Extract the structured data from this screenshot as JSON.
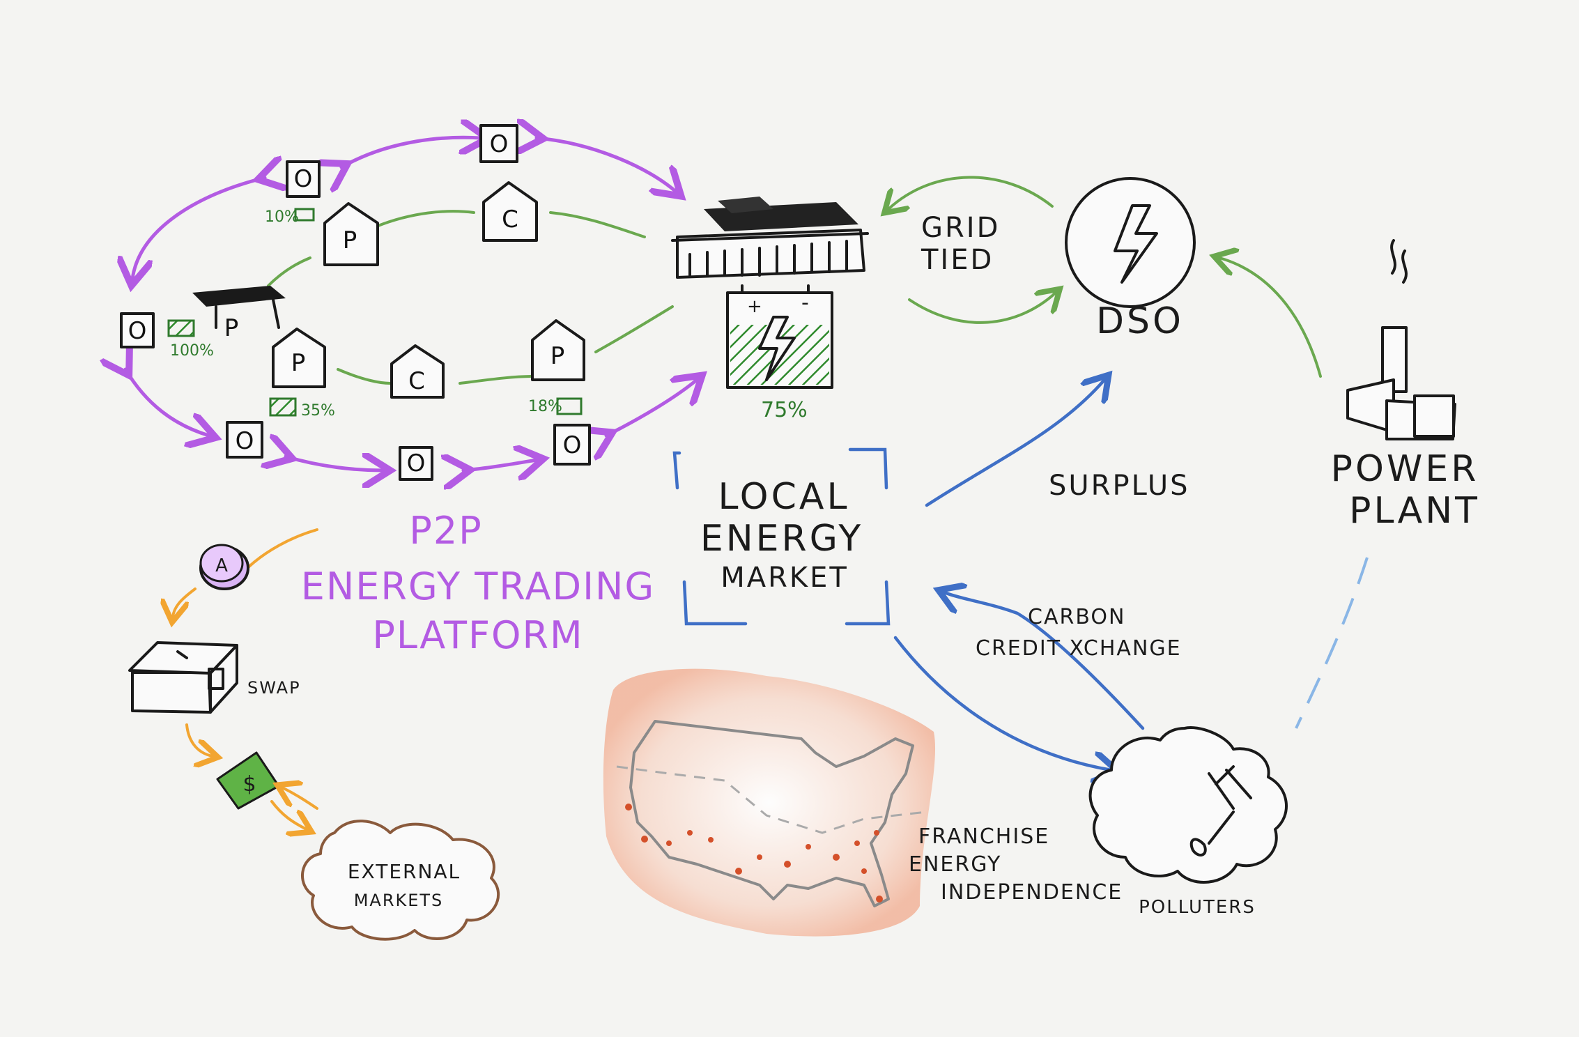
{
  "title": {
    "line1": "P2P",
    "line2": "ENERGY TRADING",
    "line3": "PLATFORM"
  },
  "market": {
    "line1": "LOCAL",
    "line2": "ENERGY",
    "line3": "MARKET"
  },
  "labels": {
    "grid_tied_1": "GRID",
    "grid_tied_2": "TIED",
    "dso": "DSO",
    "surplus": "SURPLUS",
    "power_plant_1": "POWER",
    "power_plant_2": "PLANT",
    "carbon_1": "CARBON",
    "carbon_2": "CREDIT XCHANGE",
    "polluters": "POLLUTERS",
    "swap": "SWAP",
    "external_1": "EXTERNAL",
    "external_2": "MARKETS",
    "franchise_1": "FRANCHISE",
    "franchise_2": "ENERGY",
    "franchise_3": "INDEPENDENCE",
    "coin": "A"
  },
  "nodes": {
    "o_letter": "O",
    "p_letter": "P",
    "c_letter": "C"
  },
  "battery": {
    "main_level": "75%",
    "plus": "+",
    "minus": "-",
    "b10": "10%",
    "b100": "100%",
    "b35": "35%",
    "b18": "18%"
  },
  "colors": {
    "p2p_purple": "#b35be3",
    "grid_green": "#6aa84f",
    "market_blue": "#3f6fc6",
    "swap_orange": "#f2a531",
    "cloud_brown": "#8a5a3c",
    "map_glow": "#f2b49a"
  }
}
